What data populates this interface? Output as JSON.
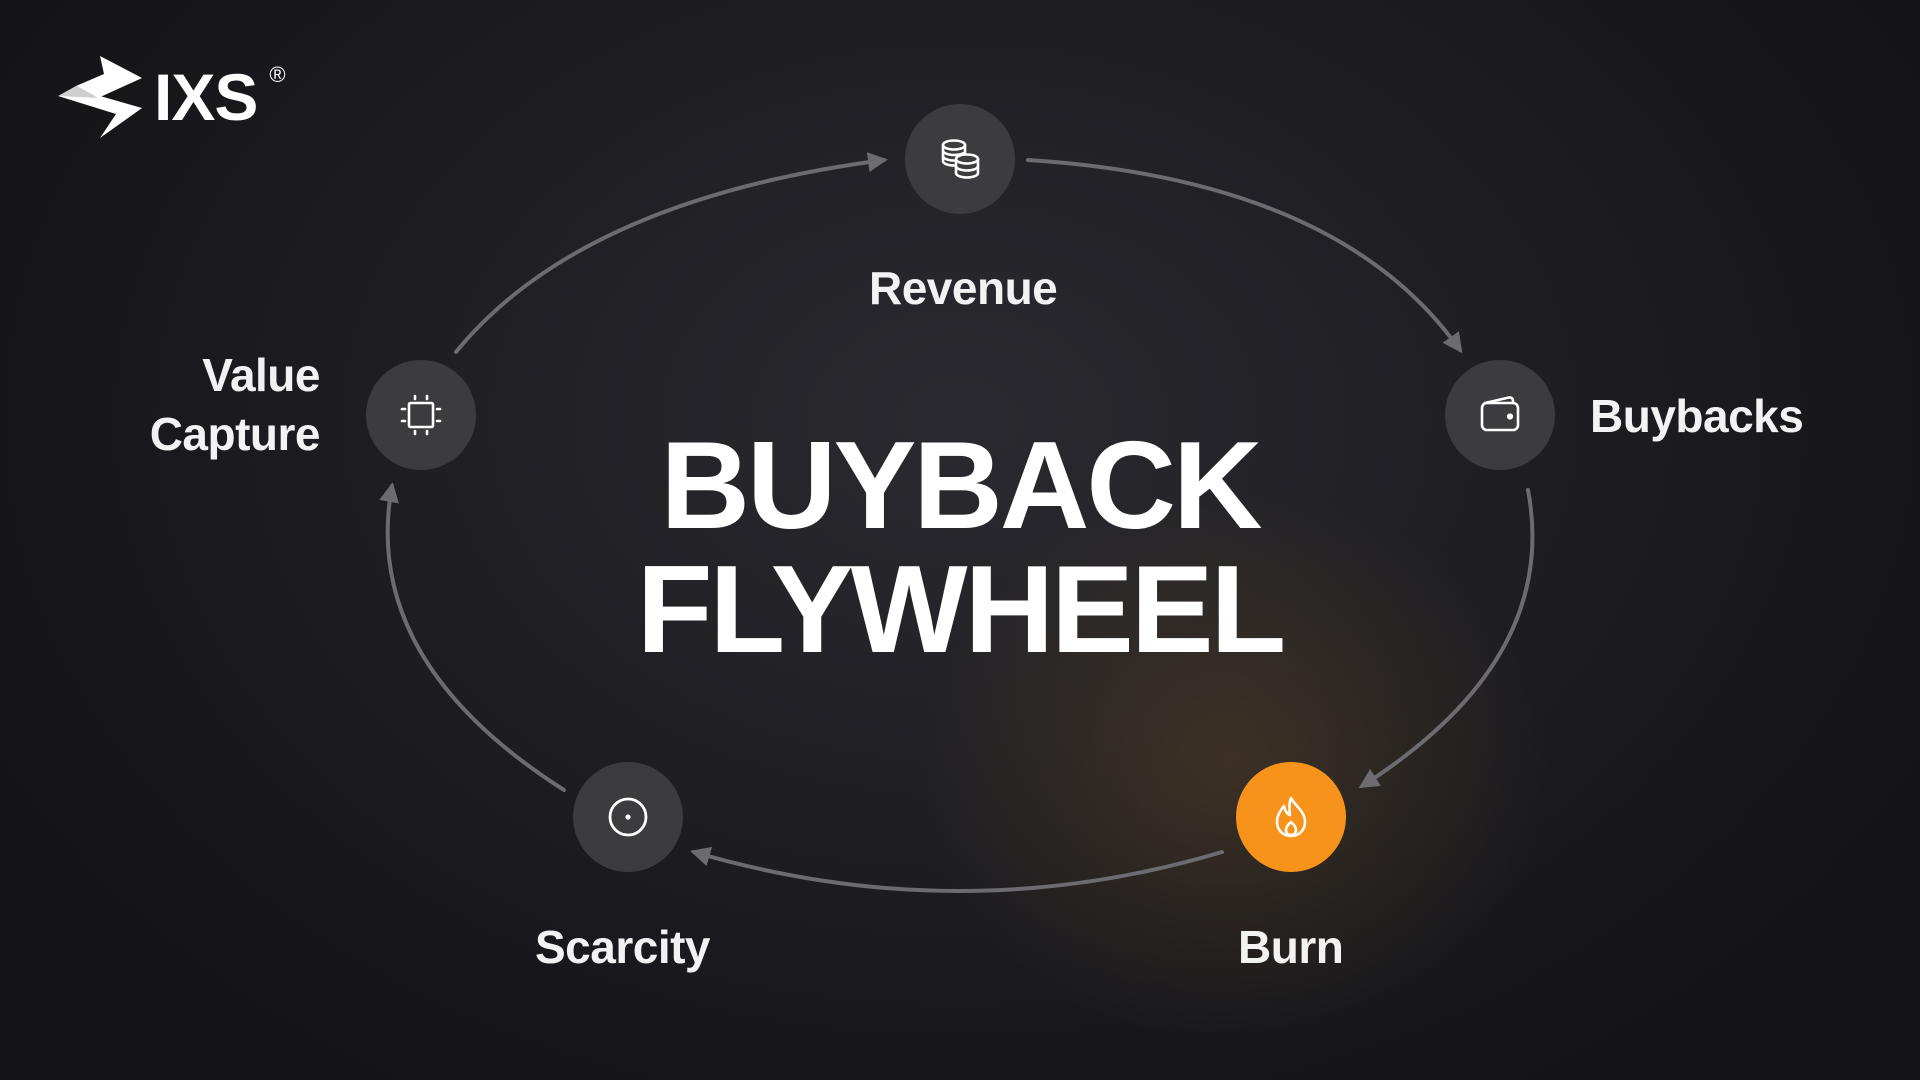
{
  "brand": {
    "name": "IXS",
    "registered_mark": "®",
    "logo_icon": "ixs-bolt-logo"
  },
  "title": {
    "line1": "BUYBACK",
    "line2": "FLYWHEEL"
  },
  "cycle": {
    "direction": "clockwise",
    "nodes": [
      {
        "id": "revenue",
        "label": "Revenue",
        "icon": "coin-stack-icon"
      },
      {
        "id": "buybacks",
        "label": "Buybacks",
        "icon": "wallet-icon"
      },
      {
        "id": "burn",
        "label": "Burn",
        "icon": "flame-icon",
        "highlighted": true
      },
      {
        "id": "scarcity",
        "label": "Scarcity",
        "icon": "target-dot-icon"
      },
      {
        "id": "value-capture",
        "label_line1": "Value",
        "label_line2": "Capture",
        "icon": "chip-icon"
      }
    ]
  },
  "colors": {
    "background": "#1b1b1f",
    "node_fill": "#3b3b40",
    "accent": "#f7931a",
    "connector": "#6b6b70",
    "text": "#ffffff"
  }
}
